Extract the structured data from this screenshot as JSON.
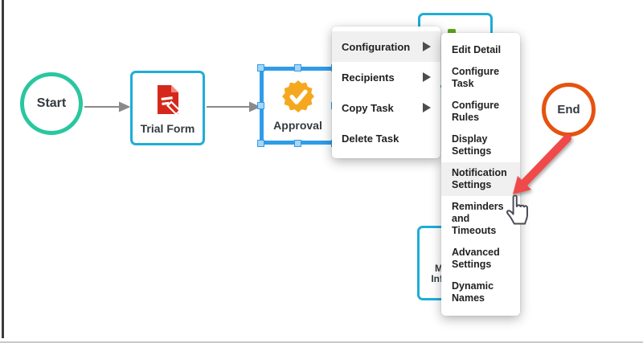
{
  "canvas": {
    "nodes": {
      "start": {
        "label": "Start"
      },
      "trial_form": {
        "label": "Trial Form"
      },
      "approval": {
        "label": "Approval"
      },
      "end": {
        "label": "End"
      },
      "partially_hidden_bottom_box": {
        "visible_label_line1": "M",
        "visible_label_line2": "Inf"
      }
    },
    "colors": {
      "task_border": "#1FADD6",
      "start_border": "#29C79F",
      "end_border": "#E5530E",
      "selection_border": "#2F9CE8",
      "selection_handle_fill": "#A9D4F2",
      "connector_gray": "#8A8A8A",
      "approval_badge_orange": "#F5A81F",
      "document_icon_red": "#D6281A",
      "annotation_arrow_red": "#F04A4A",
      "mini_icon_green": "#5CA81C",
      "menu_highlight": "#f0f0f0"
    }
  },
  "context_menu": {
    "items": [
      {
        "label": "Configuration",
        "has_submenu": true,
        "highlighted": true
      },
      {
        "label": "Recipients",
        "has_submenu": true,
        "highlighted": false
      },
      {
        "label": "Copy Task",
        "has_submenu": true,
        "highlighted": false
      },
      {
        "label": "Delete Task",
        "has_submenu": false,
        "highlighted": false
      }
    ]
  },
  "submenu": {
    "items": [
      {
        "label": "Edit Detail",
        "highlighted": false
      },
      {
        "label": "Configure Task",
        "highlighted": false
      },
      {
        "label": "Configure Rules",
        "highlighted": false
      },
      {
        "label": "Display Settings",
        "highlighted": false
      },
      {
        "label": "Notification Settings",
        "highlighted": true
      },
      {
        "label": "Reminders and Timeouts",
        "highlighted": false
      },
      {
        "label": "Advanced Settings",
        "highlighted": false
      },
      {
        "label": "Dynamic Names",
        "highlighted": false
      }
    ]
  }
}
